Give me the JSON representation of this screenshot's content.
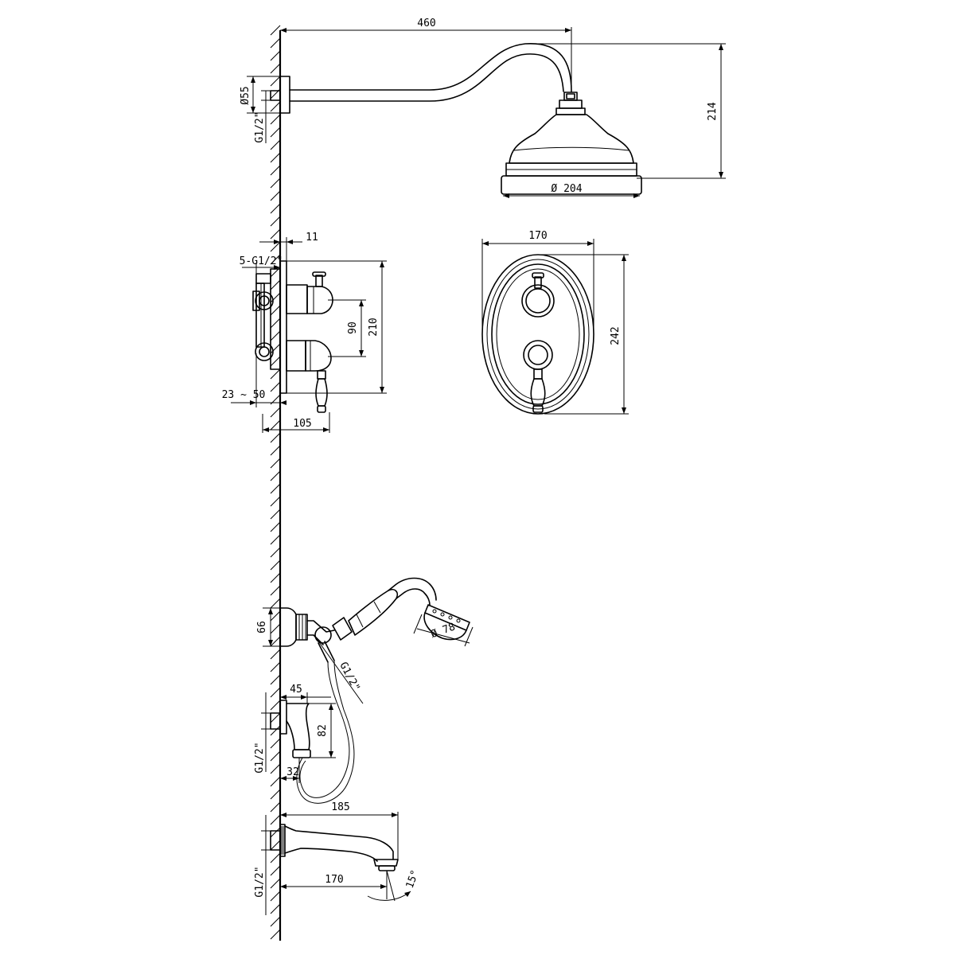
{
  "dimensions": {
    "arm_length": "460",
    "head_height": "214",
    "arm_flange_diameter": "Ø55",
    "arm_thread": "G1/2\"",
    "head_diameter": "Ø 204",
    "wall_offset": "11",
    "mixer_inlets": "5-G1/2\"",
    "handle_spacing": "90",
    "mixer_height": "210",
    "embed_depth": "23 ~ 50",
    "mixer_depth": "105",
    "plate_width": "170",
    "plate_height": "242",
    "elbow_height": "66",
    "hand_shower_diameter": "Ø 78",
    "elbow_thread": "G1/2\"",
    "holder_depth": "45",
    "holder_height": "82",
    "holder_offset": "32",
    "holder_thread": "G1/2\"",
    "spout_length": "185",
    "spout_reach": "170",
    "spout_angle": "15°",
    "spout_thread": "G1/2\""
  }
}
